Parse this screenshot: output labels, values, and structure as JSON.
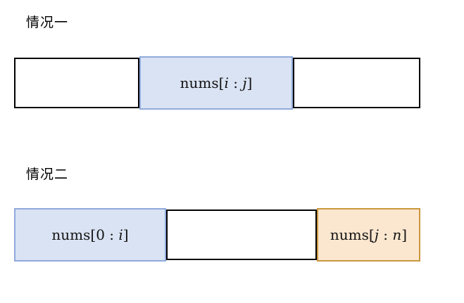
{
  "colors": {
    "background": "#ffffff",
    "plain_box_border": "#000000",
    "blue_fill": "#dae3f3",
    "blue_border": "#8faadc",
    "orange_fill": "#fbe7d0",
    "orange_border": "#c9973d",
    "text": "#000000"
  },
  "cases": [
    {
      "title": "情况一",
      "bar": {
        "segments": [
          {
            "type": "empty"
          },
          {
            "type": "highlighted-blue",
            "label_parts": [
              "nums[",
              "i",
              " : ",
              "j",
              "]"
            ]
          },
          {
            "type": "empty"
          }
        ]
      }
    },
    {
      "title": "情况二",
      "bar": {
        "segments": [
          {
            "type": "highlighted-blue",
            "label_parts": [
              "nums[",
              "0",
              " : ",
              "i",
              "]"
            ]
          },
          {
            "type": "empty"
          },
          {
            "type": "highlighted-orange",
            "label_parts": [
              "nums[",
              "j",
              " : ",
              "n",
              "]"
            ]
          }
        ]
      }
    }
  ]
}
